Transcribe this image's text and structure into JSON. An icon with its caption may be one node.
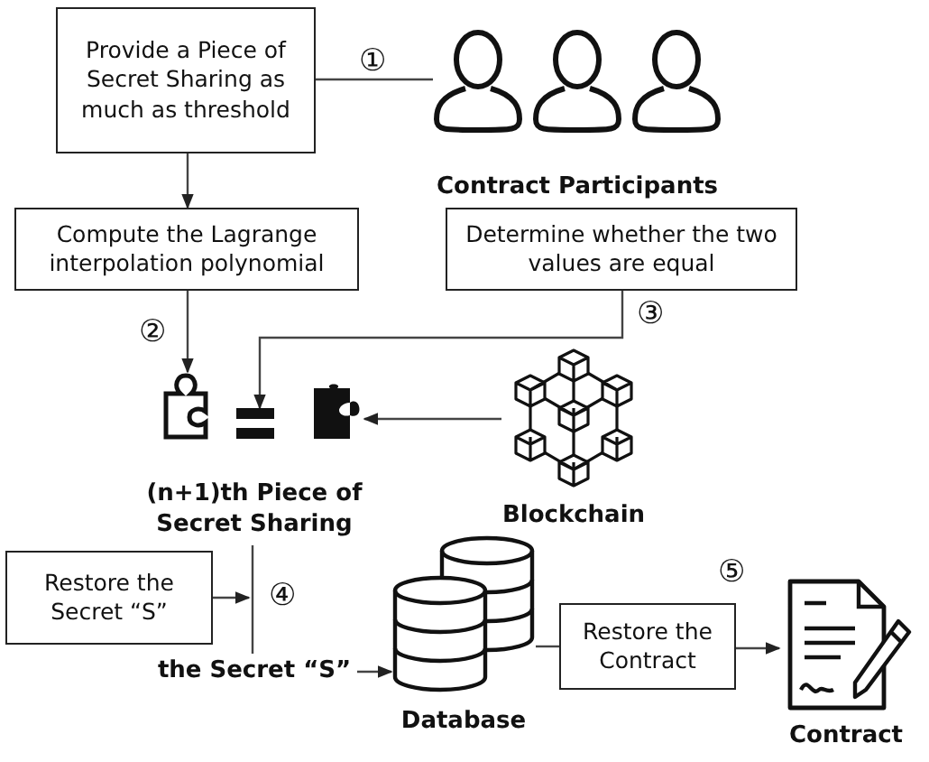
{
  "diagram": {
    "nodes": [
      {
        "text": [
          "Provide a Piece of Secret Sharing as much as threshold"
        ]
      },
      {
        "text": [
          "Contract Participants"
        ]
      },
      {
        "text": [
          "Compute the Lagrange interpolation polynomial"
        ]
      },
      {
        "text": [
          "Determine whether the two values are equal"
        ]
      },
      {
        "text": [],
        "shape": "picture"
      },
      {
        "text": [],
        "shape": "picture"
      },
      {
        "text": [],
        "shape": "picture"
      },
      {
        "text": [
          "(n+1)th Piece of Secret Sharing"
        ]
      },
      {
        "text": [
          "Blockchain"
        ]
      },
      {
        "text": [
          "Restore the Secret “S”"
        ]
      },
      {
        "text": [
          "the Secret “S”"
        ]
      },
      {
        "text": [
          "Database"
        ]
      },
      {
        "text": [
          "Restore the Contract"
        ]
      },
      {
        "text": [
          "Contract"
        ]
      }
    ],
    "edges": [
      {
        "from": 0,
        "to": 1,
        "arrow": "none",
        "label": "①"
      },
      {
        "from": 0,
        "to": 2,
        "arrow": "to"
      },
      {
        "from": 2,
        "to": 4,
        "arrow": "to",
        "label": "②"
      },
      {
        "from": 3,
        "to": 5,
        "arrow": "to",
        "label": "③"
      },
      {
        "from": 8,
        "to": 6,
        "arrow": "to"
      },
      {
        "from": 7,
        "to": 10,
        "arrow": "none",
        "label": "④"
      },
      {
        "from": 9,
        "to": null,
        "arrow": "to"
      },
      {
        "from": 10,
        "to": 11,
        "arrow": "to"
      },
      {
        "from": 11,
        "to": 12,
        "arrow": "none"
      },
      {
        "from": 12,
        "to": 13,
        "arrow": "to"
      }
    ],
    "labels": [
      "⑤"
    ]
  }
}
